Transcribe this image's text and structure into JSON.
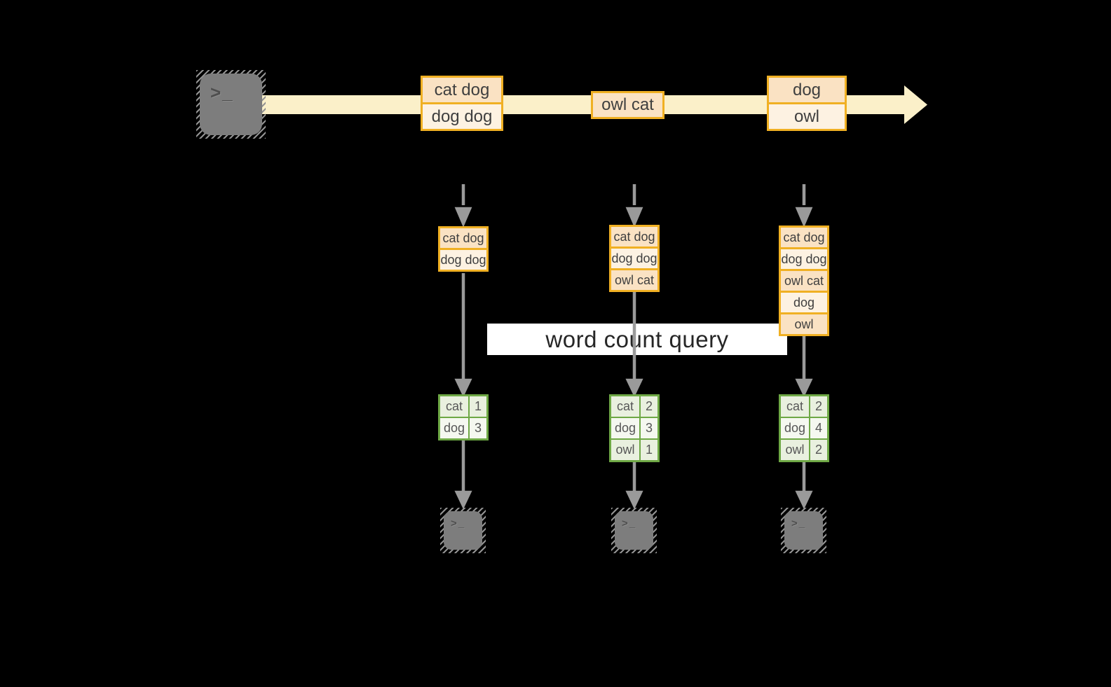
{
  "labels": {
    "query": "word count query"
  },
  "glyphs": {
    "terminal_prompt": ">_"
  },
  "colors": {
    "background": "#000000",
    "stream_band": "#FBF0C9",
    "amber_border": "#F0B023",
    "fill_peach": "#FAE2C3",
    "fill_cream": "#FDF2E2",
    "green_border": "#6EA845",
    "green_fill_dark": "#E9F0DF",
    "green_fill_light": "#F5F8F0",
    "arrow_gray": "#9A9A9A",
    "terminal_gray": "#7D7D7D"
  },
  "timeline": {
    "batches": [
      {
        "rows": [
          "cat dog",
          "dog dog"
        ]
      },
      {
        "rows": [
          "owl cat"
        ]
      },
      {
        "rows": [
          "dog",
          "owl"
        ]
      }
    ]
  },
  "columns": [
    {
      "stack": [
        "cat dog",
        "dog dog"
      ],
      "counts": [
        {
          "word": "cat",
          "count": "1"
        },
        {
          "word": "dog",
          "count": "3"
        }
      ]
    },
    {
      "stack": [
        "cat dog",
        "dog dog",
        "owl cat"
      ],
      "counts": [
        {
          "word": "cat",
          "count": "2"
        },
        {
          "word": "dog",
          "count": "3"
        },
        {
          "word": "owl",
          "count": "1"
        }
      ]
    },
    {
      "stack": [
        "cat dog",
        "dog dog",
        "owl cat",
        "dog",
        "owl"
      ],
      "counts": [
        {
          "word": "cat",
          "count": "2"
        },
        {
          "word": "dog",
          "count": "4"
        },
        {
          "word": "owl",
          "count": "2"
        }
      ]
    }
  ]
}
